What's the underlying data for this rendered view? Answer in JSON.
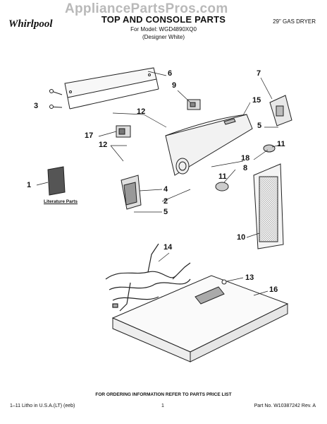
{
  "watermark": "AppliancePartsPros.com",
  "brand": "Whirlpool",
  "title": "TOP AND CONSOLE PARTS",
  "model_line": "For Model: WGD4890XQ0",
  "variant": "(Designer White)",
  "product_type": "29\" GAS DRYER",
  "literature_label": "Literature Parts",
  "order_info": "FOR ORDERING INFORMATION REFER TO PARTS PRICE LIST",
  "footer": {
    "left": "1–11 Litho in U.S.A.(LT) (eeb)",
    "page": "1",
    "part_no": "Part No. W10387242 Rev. A"
  },
  "callouts": [
    "1",
    "2",
    "3",
    "4",
    "5",
    "5",
    "6",
    "7",
    "8",
    "9",
    "10",
    "11",
    "11",
    "12",
    "12",
    "13",
    "14",
    "15",
    "16",
    "17",
    "18"
  ]
}
